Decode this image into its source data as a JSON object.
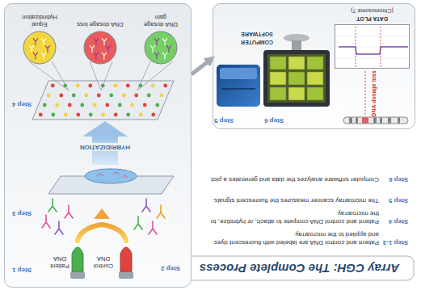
{
  "diagram": {
    "title": "Array CGH: The Complete Process",
    "nodes": [
      {
        "text": [
          "Step 1",
          "Step 2",
          "Step 3",
          "Step 4"
        ]
      },
      {
        "text": [
          "DNA dosage gain"
        ],
        "in": 0
      },
      {
        "text": [
          "DNA dosage loss"
        ],
        "in": 0
      },
      {
        "text": [
          "Equal Hybridization"
        ],
        "in": 0
      },
      {
        "text": [
          "Step 5",
          "Step 6"
        ]
      },
      {
        "text": [
          "DATA PLOT",
          "(Chromosome 7)"
        ],
        "in": 4
      }
    ],
    "edges": [
      {
        "from": 0,
        "to": 4,
        "arrow": "to"
      }
    ],
    "labels": [
      "Step 1-3",
      "Patient and control DNA are labeled with fluorescent dyes and applied to the microarray.",
      "Step 4",
      "Patient and control DNA compete to attach, or hybridize, to the microarray.",
      "Step 5",
      "The microarray scanner measures the fluorescent signals.",
      "Step 6",
      "Computer software analyzes the data and generates a plot.",
      "Patient DNA",
      "Control DNA",
      "HYBRIDIZATION",
      "COMPUTER",
      "SOFTWARE",
      "DNA dosage loss"
    ]
  }
}
